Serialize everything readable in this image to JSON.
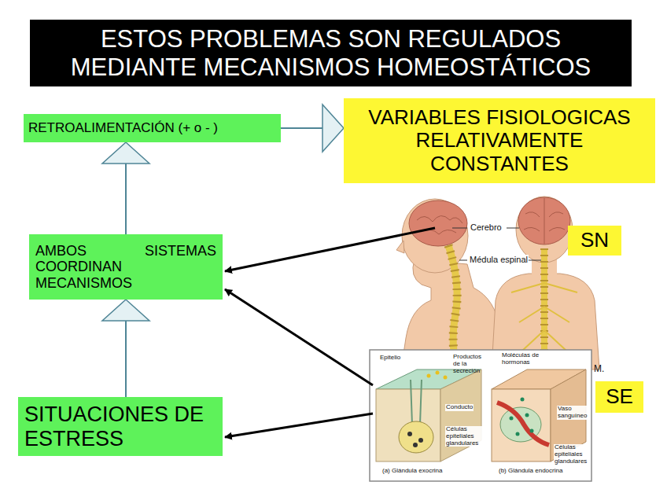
{
  "diagram": {
    "title": "ESTOS PROBLEMAS SON REGULADOS MEDIANTE MECANISMOS HOMEOSTÁTICOS",
    "nodes": [
      {
        "text": [
          "RETROALIMENTACIÓN (+ o - )"
        ]
      },
      {
        "text": [
          "VARIABLES FISIOLOGICAS RELATIVAMENTE CONSTANTES"
        ]
      },
      {
        "text": [
          "AMBOS SISTEMAS COORDINAN MECANISMOS"
        ]
      },
      {
        "text": [
          "SN"
        ]
      },
      {
        "text": [
          "SE"
        ]
      },
      {
        "text": [
          "SITUACIONES DE ESTRESS"
        ]
      }
    ],
    "edges": [
      {
        "from": 0,
        "to": 1,
        "arrow": "to"
      },
      {
        "from": 2,
        "to": 0,
        "arrow": "to"
      },
      {
        "from": 5,
        "to": 2,
        "arrow": "to"
      }
    ],
    "labels": [
      "Cerebro",
      "Médula espinal",
      "M.",
      "Epitelio",
      "Productos de la secreción",
      "Moléculas de hormonas",
      "Conducto",
      "Células epiteliales glandulares",
      "Vaso sanguíneo",
      "Células epiteliales glandulares",
      "(a) Glándula exocrina",
      "(b) Glándula endocrina"
    ]
  }
}
